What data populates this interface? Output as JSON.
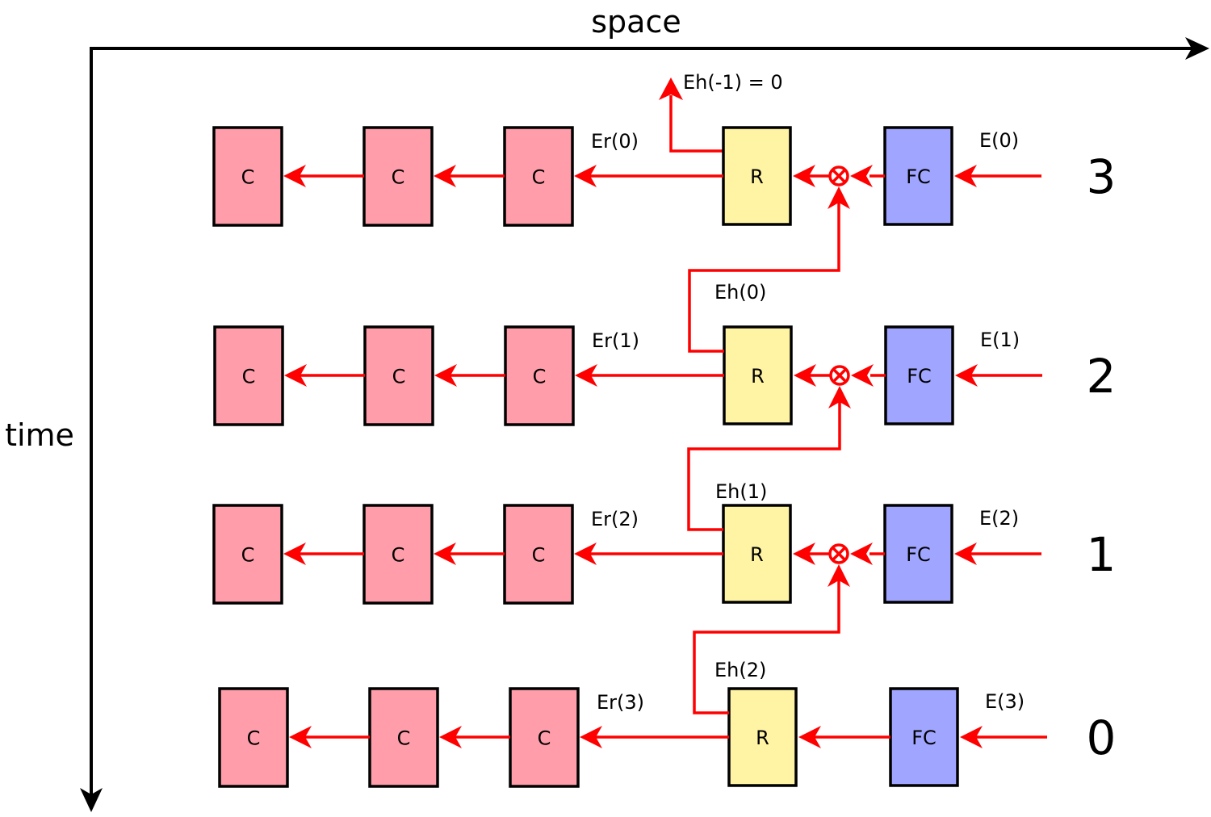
{
  "axes": {
    "horizontal_label": "space",
    "vertical_label": "time"
  },
  "colors": {
    "c_block": "#ff9eaa",
    "r_block": "#fff4a3",
    "fc_block": "#a0a5ff",
    "signal": "#ff0000",
    "axis": "#000000"
  },
  "rows": [
    {
      "step": "3",
      "c_labels": [
        "C",
        "C",
        "C"
      ],
      "r_label": "R",
      "fc_label": "FC",
      "input_label": "E(0)",
      "er_label": "Er(0)",
      "eh_label": "Eh(0)",
      "has_multiplier": true
    },
    {
      "step": "2",
      "c_labels": [
        "C",
        "C",
        "C"
      ],
      "r_label": "R",
      "fc_label": "FC",
      "input_label": "E(1)",
      "er_label": "Er(1)",
      "eh_label": "Eh(1)",
      "has_multiplier": true
    },
    {
      "step": "1",
      "c_labels": [
        "C",
        "C",
        "C"
      ],
      "r_label": "R",
      "fc_label": "FC",
      "input_label": "E(2)",
      "er_label": "Er(2)",
      "eh_label": "Eh(2)",
      "has_multiplier": true
    },
    {
      "step": "0",
      "c_labels": [
        "C",
        "C",
        "C"
      ],
      "r_label": "R",
      "fc_label": "FC",
      "input_label": "E(3)",
      "er_label": "Er(3)",
      "eh_label": "",
      "has_multiplier": false
    }
  ],
  "top_output_label": "Eh(-1) = 0",
  "icons": {
    "multiplier": "circled-times-icon",
    "arrowhead": "arrowhead-icon"
  }
}
